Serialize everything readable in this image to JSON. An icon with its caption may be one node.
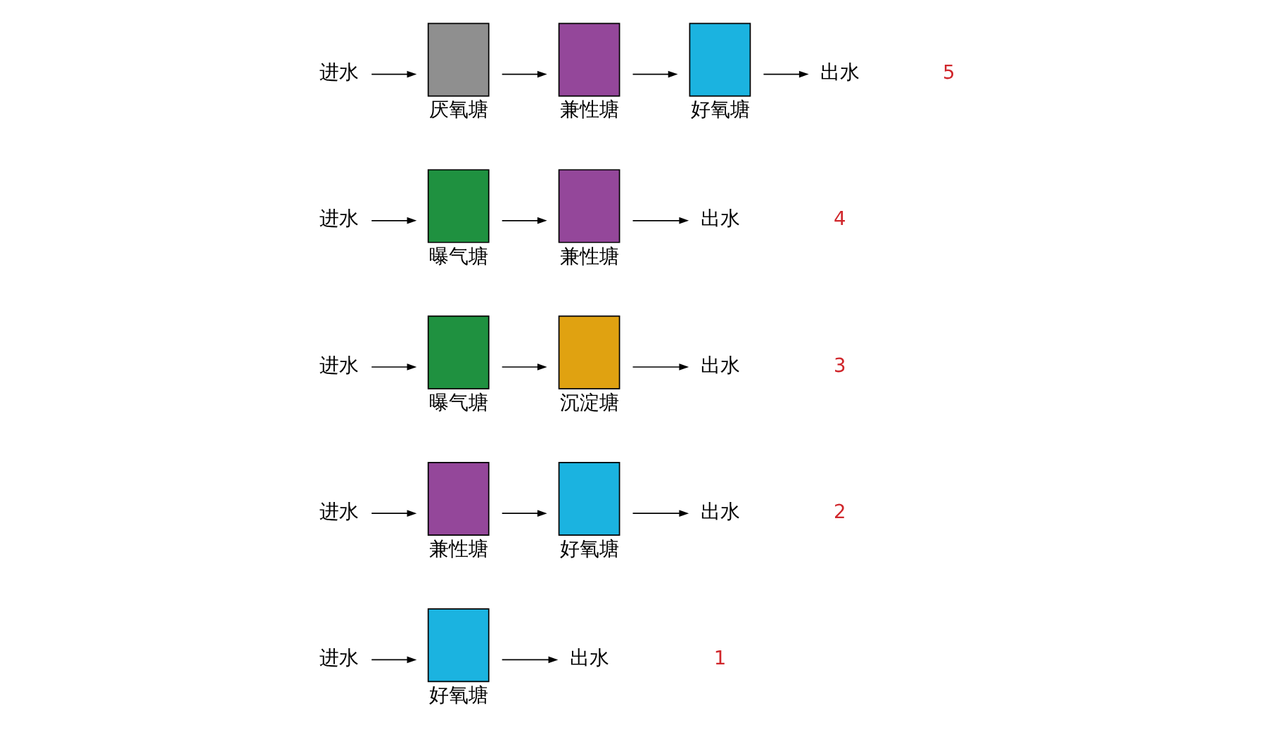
{
  "diagram": {
    "nodes": [
      {
        "text": [
          "进水"
        ]
      },
      {
        "text": [
          "好氧塘"
        ]
      },
      {
        "text": [
          "出水"
        ]
      },
      {
        "text": [
          "进水"
        ]
      },
      {
        "text": [
          "兼性塘"
        ]
      },
      {
        "text": [
          "好氧塘"
        ]
      },
      {
        "text": [
          "出水"
        ]
      },
      {
        "text": [
          "进水"
        ]
      },
      {
        "text": [
          "曝气塘"
        ]
      },
      {
        "text": [
          "沉淀塘"
        ]
      },
      {
        "text": [
          "出水"
        ]
      },
      {
        "text": [
          "进水"
        ]
      },
      {
        "text": [
          "曝气塘"
        ]
      },
      {
        "text": [
          "兼性塘"
        ]
      },
      {
        "text": [
          "出水"
        ]
      },
      {
        "text": [
          "进水"
        ]
      },
      {
        "text": [
          "厌氧塘"
        ]
      },
      {
        "text": [
          "兼性塘"
        ]
      },
      {
        "text": [
          "好氧塘"
        ]
      },
      {
        "text": [
          "出水"
        ]
      }
    ],
    "edges": [
      {
        "from": 0,
        "to": 1,
        "arrow": "to"
      },
      {
        "from": 1,
        "to": 2,
        "arrow": "to"
      },
      {
        "from": 3,
        "to": 4,
        "arrow": "to"
      },
      {
        "from": 4,
        "to": 5,
        "arrow": "to"
      },
      {
        "from": 5,
        "to": 6,
        "arrow": "to"
      },
      {
        "from": 7,
        "to": 8,
        "arrow": "to"
      },
      {
        "from": 8,
        "to": 9,
        "arrow": "to"
      },
      {
        "from": 9,
        "to": 10,
        "arrow": "to"
      },
      {
        "from": 11,
        "to": 12,
        "arrow": "to"
      },
      {
        "from": 12,
        "to": 13,
        "arrow": "to"
      },
      {
        "from": 13,
        "to": 14,
        "arrow": "to"
      },
      {
        "from": 15,
        "to": 16,
        "arrow": "to"
      },
      {
        "from": 16,
        "to": 17,
        "arrow": "to"
      },
      {
        "from": 17,
        "to": 18,
        "arrow": "to"
      },
      {
        "from": 18,
        "to": 19,
        "arrow": "to"
      }
    ],
    "labels": [
      "1",
      "2",
      "3",
      "4",
      "5"
    ]
  }
}
